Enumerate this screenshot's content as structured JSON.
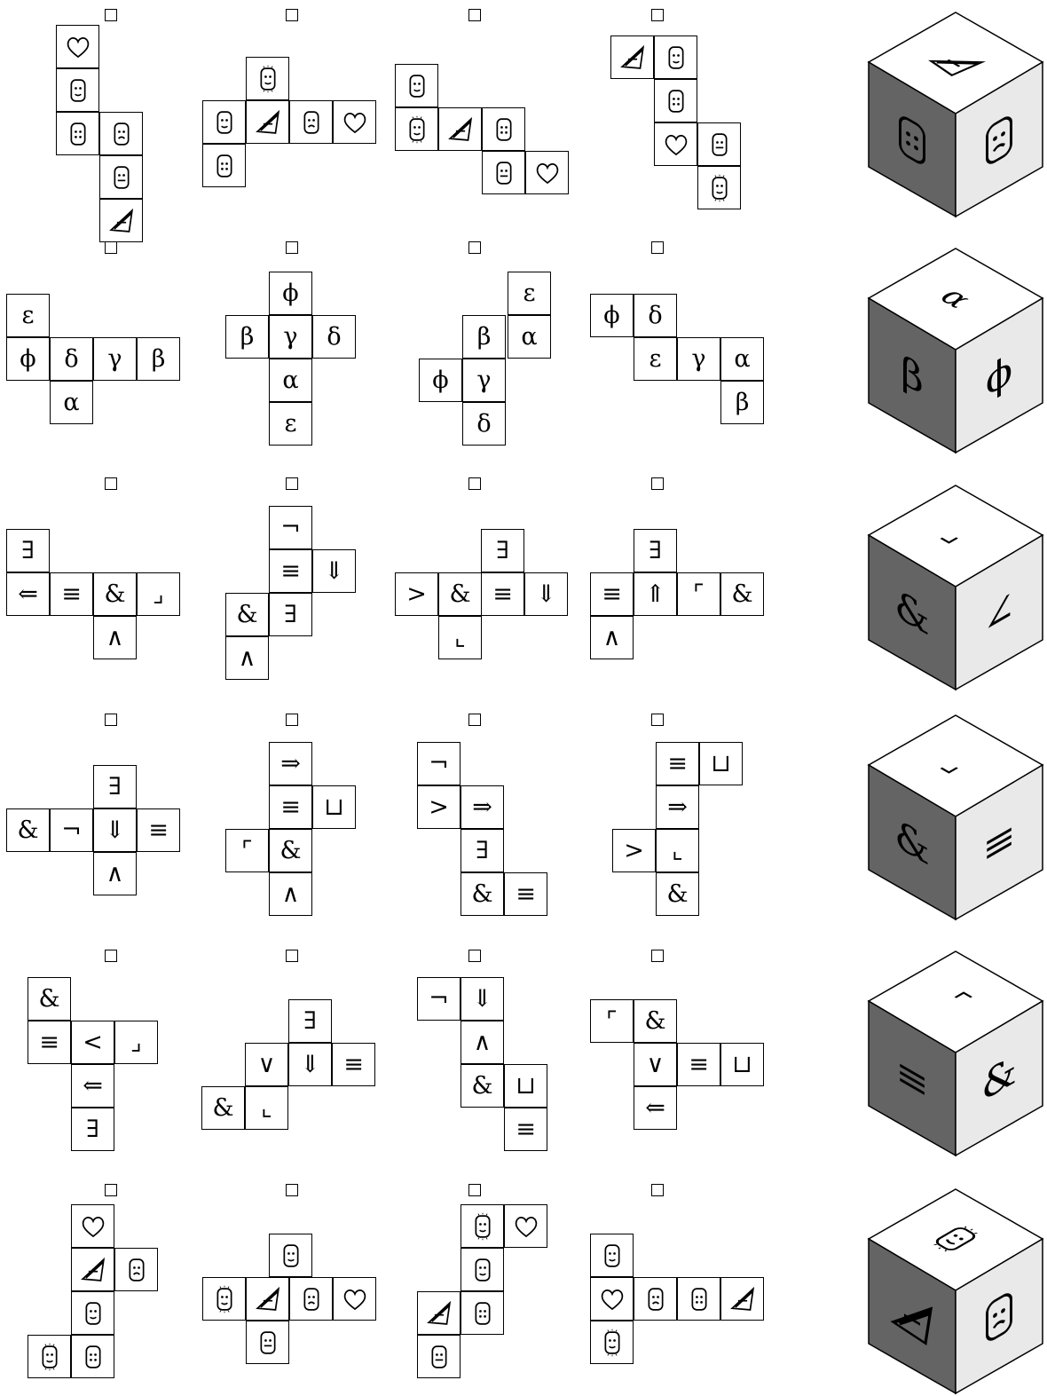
{
  "rows": [
    {
      "nets": [
        {
          "faces": [
            {
              "s": "heart"
            },
            {
              "s": "face1"
            },
            {
              "s": "face2"
            },
            {
              "s": "face3"
            },
            {
              "s": "face4"
            },
            {
              "s": "tri"
            }
          ]
        },
        {
          "faces": [
            {
              "s": "face5"
            },
            {
              "s": "face1"
            },
            {
              "s": "tri"
            },
            {
              "s": "face3"
            },
            {
              "s": "heart"
            },
            {
              "s": "face2"
            }
          ]
        },
        {
          "faces": [
            {
              "s": "face1"
            },
            {
              "s": "face5"
            },
            {
              "s": "tri"
            },
            {
              "s": "face2"
            },
            {
              "s": "face4"
            },
            {
              "s": "heart"
            }
          ]
        },
        {
          "faces": [
            {
              "s": "tri"
            },
            {
              "s": "face1"
            },
            {
              "s": "face2"
            },
            {
              "s": "heart"
            },
            {
              "s": "face4"
            },
            {
              "s": "face5"
            }
          ]
        }
      ],
      "cube": {
        "top": "tri",
        "left": "face2",
        "right": "face3"
      }
    },
    {
      "nets": [
        {
          "faces": [
            {
              "s": "ε"
            },
            {
              "s": "ϕ"
            },
            {
              "s": "δ"
            },
            {
              "s": "γ"
            },
            {
              "s": "β"
            },
            {
              "s": "α"
            }
          ]
        },
        {
          "faces": [
            {
              "s": "ϕ"
            },
            {
              "s": "β"
            },
            {
              "s": "γ"
            },
            {
              "s": "δ"
            },
            {
              "s": "α"
            },
            {
              "s": "ε"
            }
          ]
        },
        {
          "faces": [
            {
              "s": "ε"
            },
            {
              "s": "β"
            },
            {
              "s": "α"
            },
            {
              "s": "ϕ"
            },
            {
              "s": "γ"
            },
            {
              "s": "δ"
            }
          ]
        },
        {
          "faces": [
            {
              "s": "ϕ"
            },
            {
              "s": "δ"
            },
            {
              "s": "ε"
            },
            {
              "s": "γ"
            },
            {
              "s": "α"
            },
            {
              "s": "β"
            }
          ]
        }
      ],
      "cube": {
        "top": "α",
        "left": "β",
        "right": "ϕ"
      }
    },
    {
      "nets": [
        {
          "faces": [
            {
              "s": "∃"
            },
            {
              "s": "⇐"
            },
            {
              "s": "≡"
            },
            {
              "s": "&"
            },
            {
              "s": "⌟"
            },
            {
              "s": "∧"
            }
          ]
        },
        {
          "faces": [
            {
              "s": "¬"
            },
            {
              "s": "≡"
            },
            {
              "s": "⇓"
            },
            {
              "s": "&"
            },
            {
              "s": "∃"
            },
            {
              "s": "∧"
            }
          ]
        },
        {
          "faces": [
            {
              "s": "∃"
            },
            {
              "s": ">"
            },
            {
              "s": "&"
            },
            {
              "s": "≡"
            },
            {
              "s": "⇓"
            },
            {
              "s": "⌞"
            }
          ]
        },
        {
          "faces": [
            {
              "s": "∃"
            },
            {
              "s": "≡"
            },
            {
              "s": "⇑"
            },
            {
              "s": "⌜"
            },
            {
              "s": "&"
            },
            {
              "s": "∧"
            }
          ]
        }
      ],
      "cube": {
        "top": "⌟",
        "left": "&",
        "right": "∠"
      }
    },
    {
      "nets": [
        {
          "faces": [
            {
              "s": "∃"
            },
            {
              "s": "&"
            },
            {
              "s": "¬"
            },
            {
              "s": "⇓"
            },
            {
              "s": "≡"
            },
            {
              "s": "∧"
            }
          ]
        },
        {
          "faces": [
            {
              "s": "⇒"
            },
            {
              "s": "≡"
            },
            {
              "s": "⊔"
            },
            {
              "s": "⌜"
            },
            {
              "s": "&"
            },
            {
              "s": "∧"
            }
          ]
        },
        {
          "faces": [
            {
              "s": "¬"
            },
            {
              "s": ">"
            },
            {
              "s": "⇒"
            },
            {
              "s": "∃"
            },
            {
              "s": "&"
            },
            {
              "s": "≡"
            }
          ]
        },
        {
          "faces": [
            {
              "s": "≡"
            },
            {
              "s": "⊔"
            },
            {
              "s": "⇒"
            },
            {
              "s": ">"
            },
            {
              "s": "⌞"
            },
            {
              "s": "&"
            }
          ]
        }
      ],
      "cube": {
        "top": "⌟",
        "left": "&",
        "right": "≡"
      }
    },
    {
      "nets": [
        {
          "faces": [
            {
              "s": "&"
            },
            {
              "s": "≡"
            },
            {
              "s": "<"
            },
            {
              "s": "⌟"
            },
            {
              "s": "⇐"
            },
            {
              "s": "∃"
            }
          ]
        },
        {
          "faces": [
            {
              "s": "∃"
            },
            {
              "s": "∨"
            },
            {
              "s": "⇓"
            },
            {
              "s": "≡"
            },
            {
              "s": "&"
            },
            {
              "s": "⌞"
            }
          ]
        },
        {
          "faces": [
            {
              "s": "¬"
            },
            {
              "s": "⇓"
            },
            {
              "s": "∧"
            },
            {
              "s": "&"
            },
            {
              "s": "⊔"
            },
            {
              "s": "≡"
            }
          ]
        },
        {
          "faces": [
            {
              "s": "⌜"
            },
            {
              "s": "&"
            },
            {
              "s": "∨"
            },
            {
              "s": "≡"
            },
            {
              "s": "⊔"
            },
            {
              "s": "⇐"
            }
          ]
        }
      ],
      "cube": {
        "top": "⌜",
        "left": "≡",
        "right": "&"
      }
    },
    {
      "nets": [
        {
          "faces": [
            {
              "s": "heart"
            },
            {
              "s": "tri"
            },
            {
              "s": "face3"
            },
            {
              "s": "face1"
            },
            {
              "s": "face5"
            },
            {
              "s": "face2"
            }
          ]
        },
        {
          "faces": [
            {
              "s": "face1"
            },
            {
              "s": "face5"
            },
            {
              "s": "tri"
            },
            {
              "s": "face3"
            },
            {
              "s": "heart"
            },
            {
              "s": "face4"
            }
          ]
        },
        {
          "faces": [
            {
              "s": "face5"
            },
            {
              "s": "heart"
            },
            {
              "s": "face1"
            },
            {
              "s": "tri"
            },
            {
              "s": "face2"
            },
            {
              "s": "face4"
            }
          ]
        },
        {
          "faces": [
            {
              "s": "face1"
            },
            {
              "s": "heart"
            },
            {
              "s": "face3"
            },
            {
              "s": "face2"
            },
            {
              "s": "tri"
            },
            {
              "s": "face5"
            }
          ]
        }
      ],
      "cube": {
        "top": "face5",
        "left": "tri",
        "right": "face3"
      }
    }
  ],
  "colors": {
    "cube_top": "#ffffff",
    "cube_left": "#646464",
    "cube_right": "#e9e9e9",
    "line": "#000000"
  }
}
